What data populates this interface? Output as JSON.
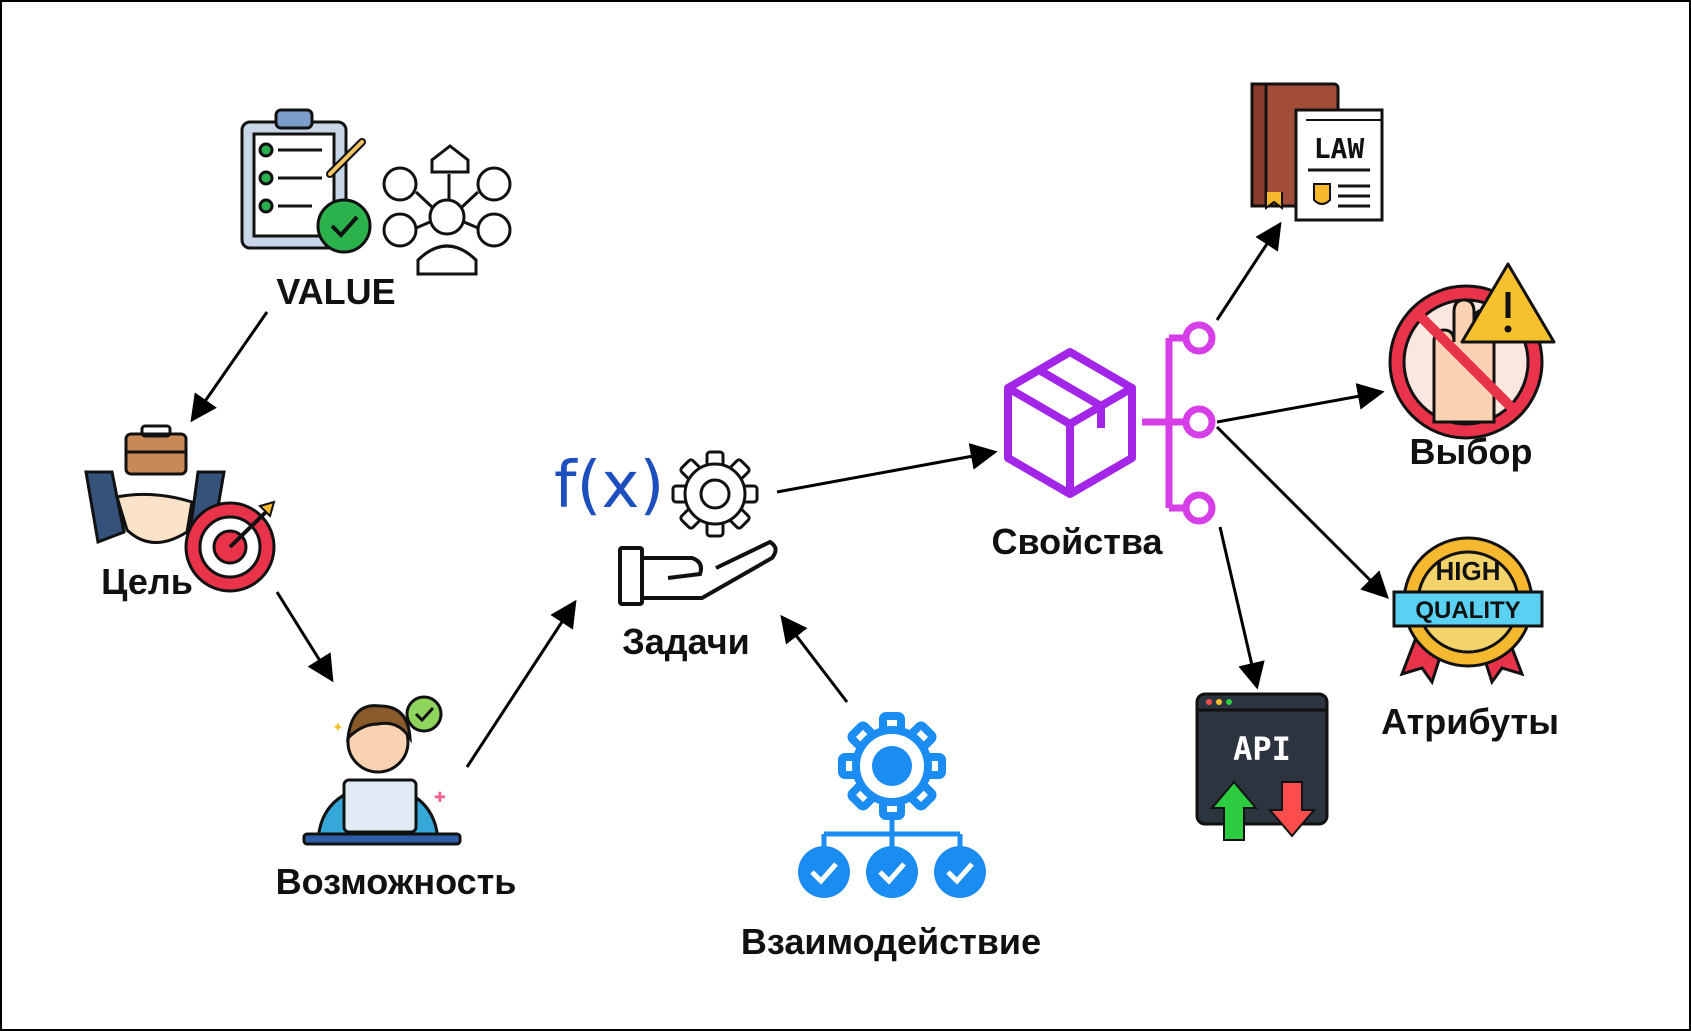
{
  "nodes": {
    "value": {
      "label": "VALUE"
    },
    "goal": {
      "label": "Цель"
    },
    "opportunity": {
      "label": "Возможность"
    },
    "tasks": {
      "label": "Задачи",
      "formula": "f(x)"
    },
    "interaction": {
      "label": "Взаимодействие"
    },
    "properties": {
      "label": "Свойства"
    },
    "law": {
      "label": "",
      "icon_text": "LAW"
    },
    "choice": {
      "label": "Выбор"
    },
    "attributes": {
      "label": "Атрибуты",
      "badge_top": "HIGH",
      "badge_bottom": "QUALITY"
    },
    "api": {
      "label": "",
      "icon_text": "API"
    }
  },
  "icons": {
    "value": [
      "checklist-icon",
      "customer-needs-icon"
    ],
    "goal": [
      "briefcase-icon",
      "handshake-icon",
      "target-icon"
    ],
    "opportunity": [
      "person-at-laptop-icon"
    ],
    "tasks": [
      "function-icon",
      "gear-icon",
      "hand-icon"
    ],
    "interaction": [
      "gear-hierarchy-icon"
    ],
    "properties": [
      "box-icon",
      "branch-connector-icon"
    ],
    "law": [
      "law-book-icon"
    ],
    "choice": [
      "stop-hand-warning-icon"
    ],
    "attributes": [
      "high-quality-badge-icon"
    ],
    "api": [
      "api-window-icon"
    ]
  },
  "edges": [
    {
      "from": "value",
      "to": "goal"
    },
    {
      "from": "goal",
      "to": "opportunity"
    },
    {
      "from": "opportunity",
      "to": "tasks"
    },
    {
      "from": "interaction",
      "to": "tasks"
    },
    {
      "from": "tasks",
      "to": "properties"
    },
    {
      "from": "properties",
      "to": "law"
    },
    {
      "from": "properties",
      "to": "choice"
    },
    {
      "from": "properties",
      "to": "attributes"
    },
    {
      "from": "properties",
      "to": "api"
    }
  ],
  "colors": {
    "properties_purple": "#a326e8",
    "connector_magenta": "#d63ee8",
    "interaction_blue": "#1a8cf2",
    "function_blue": "#1e4fbf",
    "target_red": "#e8334a",
    "check_green": "#2bb24c",
    "api_green": "#2ecc40",
    "api_red": "#ff4d4d",
    "badge_gold": "#f5b82e",
    "badge_blue": "#5ad1f2"
  }
}
